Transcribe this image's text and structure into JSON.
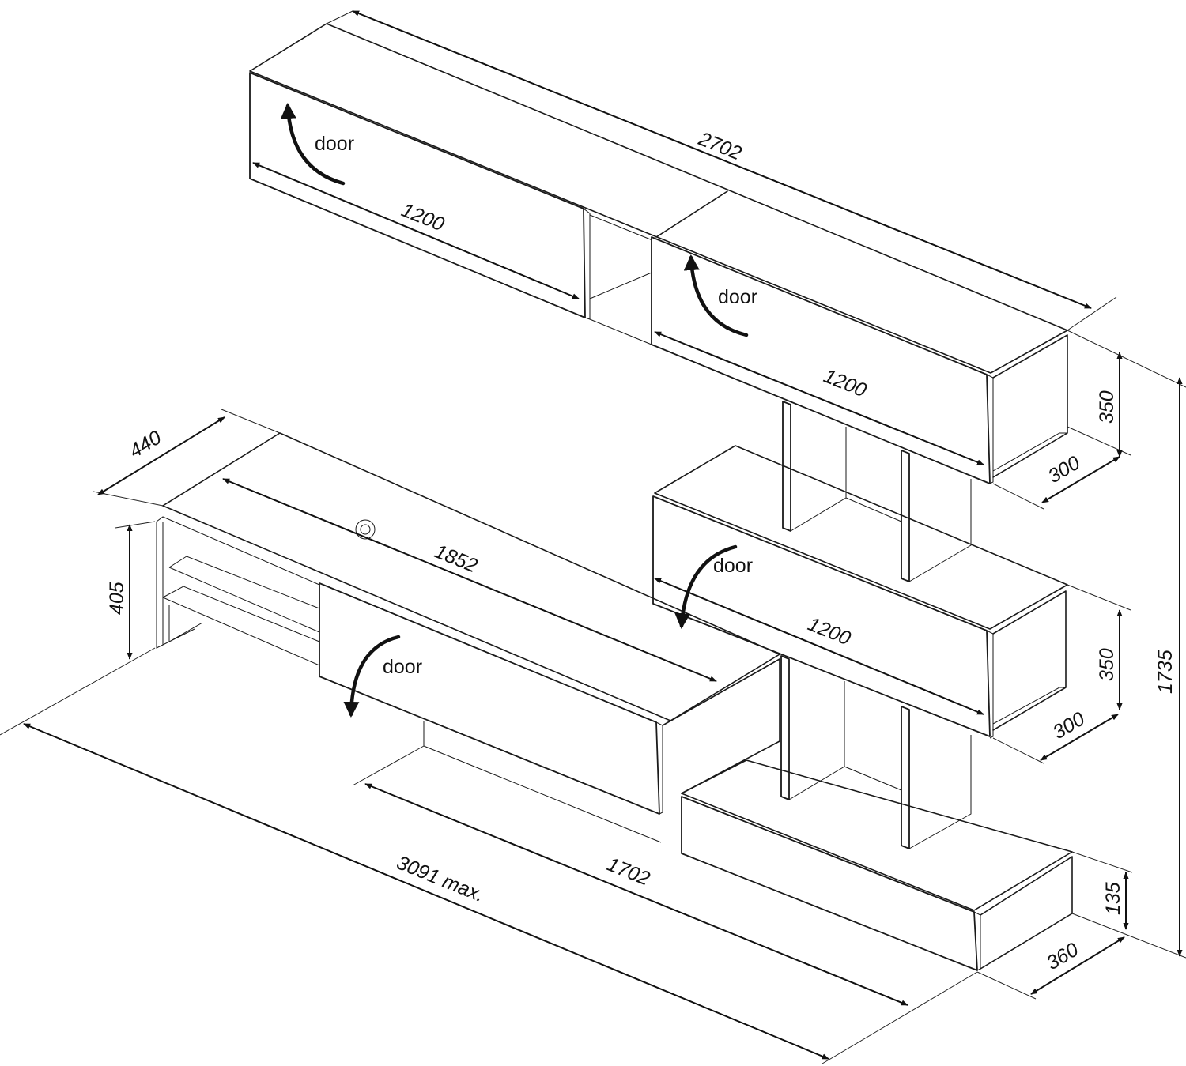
{
  "dimensions": {
    "top_total_length": "2702",
    "upper_left_cabinet_width": "1200",
    "upper_right_cabinet_width": "1200",
    "middle_cabinet_width": "1200",
    "upper_cabinet_height": "350",
    "upper_cabinet_depth": "300",
    "middle_cabinet_height": "350",
    "middle_cabinet_depth": "300",
    "tv_unit_depth": "440",
    "tv_unit_height": "405",
    "tv_unit_length": "1852",
    "base_length": "1702",
    "overall_max_length": "3091 max.",
    "base_height": "135",
    "base_depth": "360",
    "total_height": "1735"
  },
  "doors": {
    "upper_left": "door",
    "upper_right": "door",
    "middle": "door",
    "tv_unit": "door"
  }
}
